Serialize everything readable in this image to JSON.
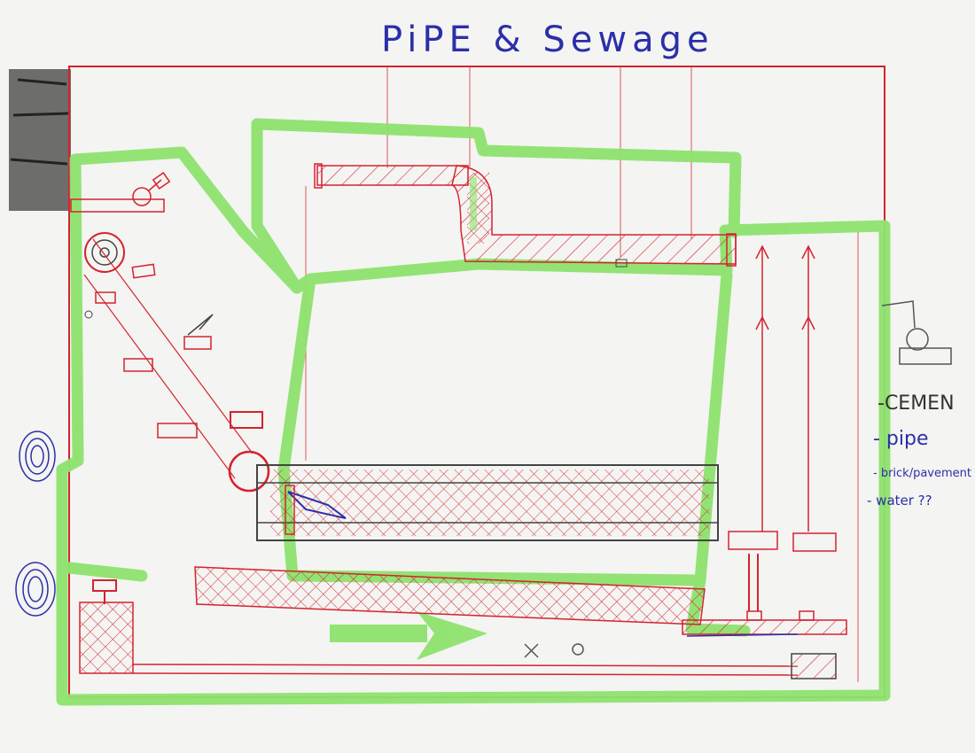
{
  "sheet": {
    "title": "PiPE & Sewage"
  },
  "legend": {
    "items": [
      {
        "label": "-CEMEN",
        "icon": "cement-icon"
      },
      {
        "label": "- pipe",
        "icon": "pipe-icon"
      },
      {
        "label": "- brick/pavement",
        "icon": "brick-icon"
      },
      {
        "label": "- water ??",
        "icon": "water-icon"
      }
    ]
  },
  "colors": {
    "paper": "#f4f4f2",
    "red_ink": "#d4232f",
    "green_marker": "#8de36e",
    "blue_ink": "#2b2fa8",
    "pencil": "#444444"
  },
  "icons": {
    "gear": "gear-icon",
    "spring": "spring-icon",
    "arrow": "direction-arrow-icon",
    "crane": "crane-icon"
  }
}
